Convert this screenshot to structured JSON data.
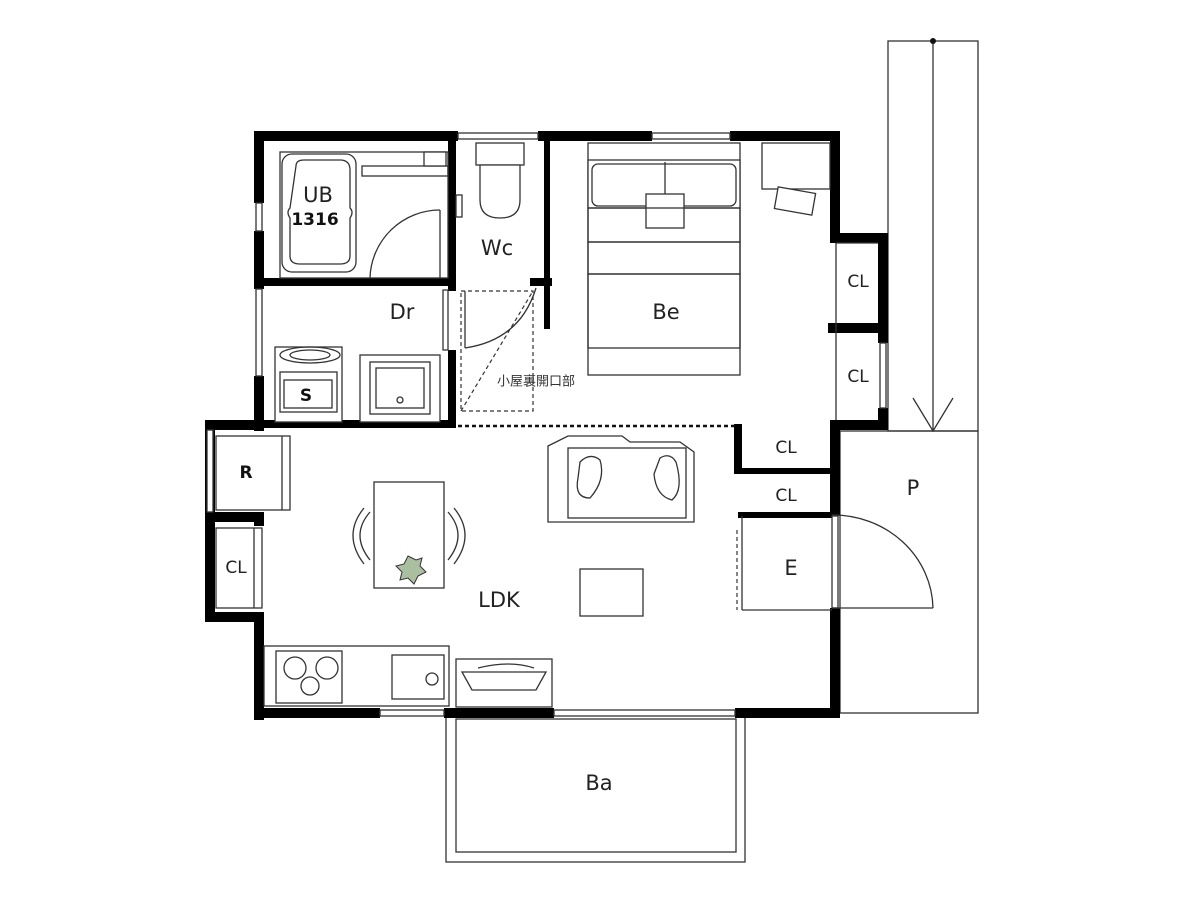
{
  "rooms": {
    "ub": "UB",
    "ub_size": "1316",
    "wc": "Wc",
    "dr": "Dr",
    "be": "Be",
    "loft_opening": "小屋裏開口部",
    "cl_bedroom_1": "CL",
    "cl_bedroom_2": "CL",
    "cl_hall_1": "CL",
    "cl_hall_2": "CL",
    "cl_left": "CL",
    "refrigerator": "R",
    "sink": "S",
    "ldk": "LDK",
    "entrance": "E",
    "parking": "P",
    "balcony": "Ba"
  }
}
